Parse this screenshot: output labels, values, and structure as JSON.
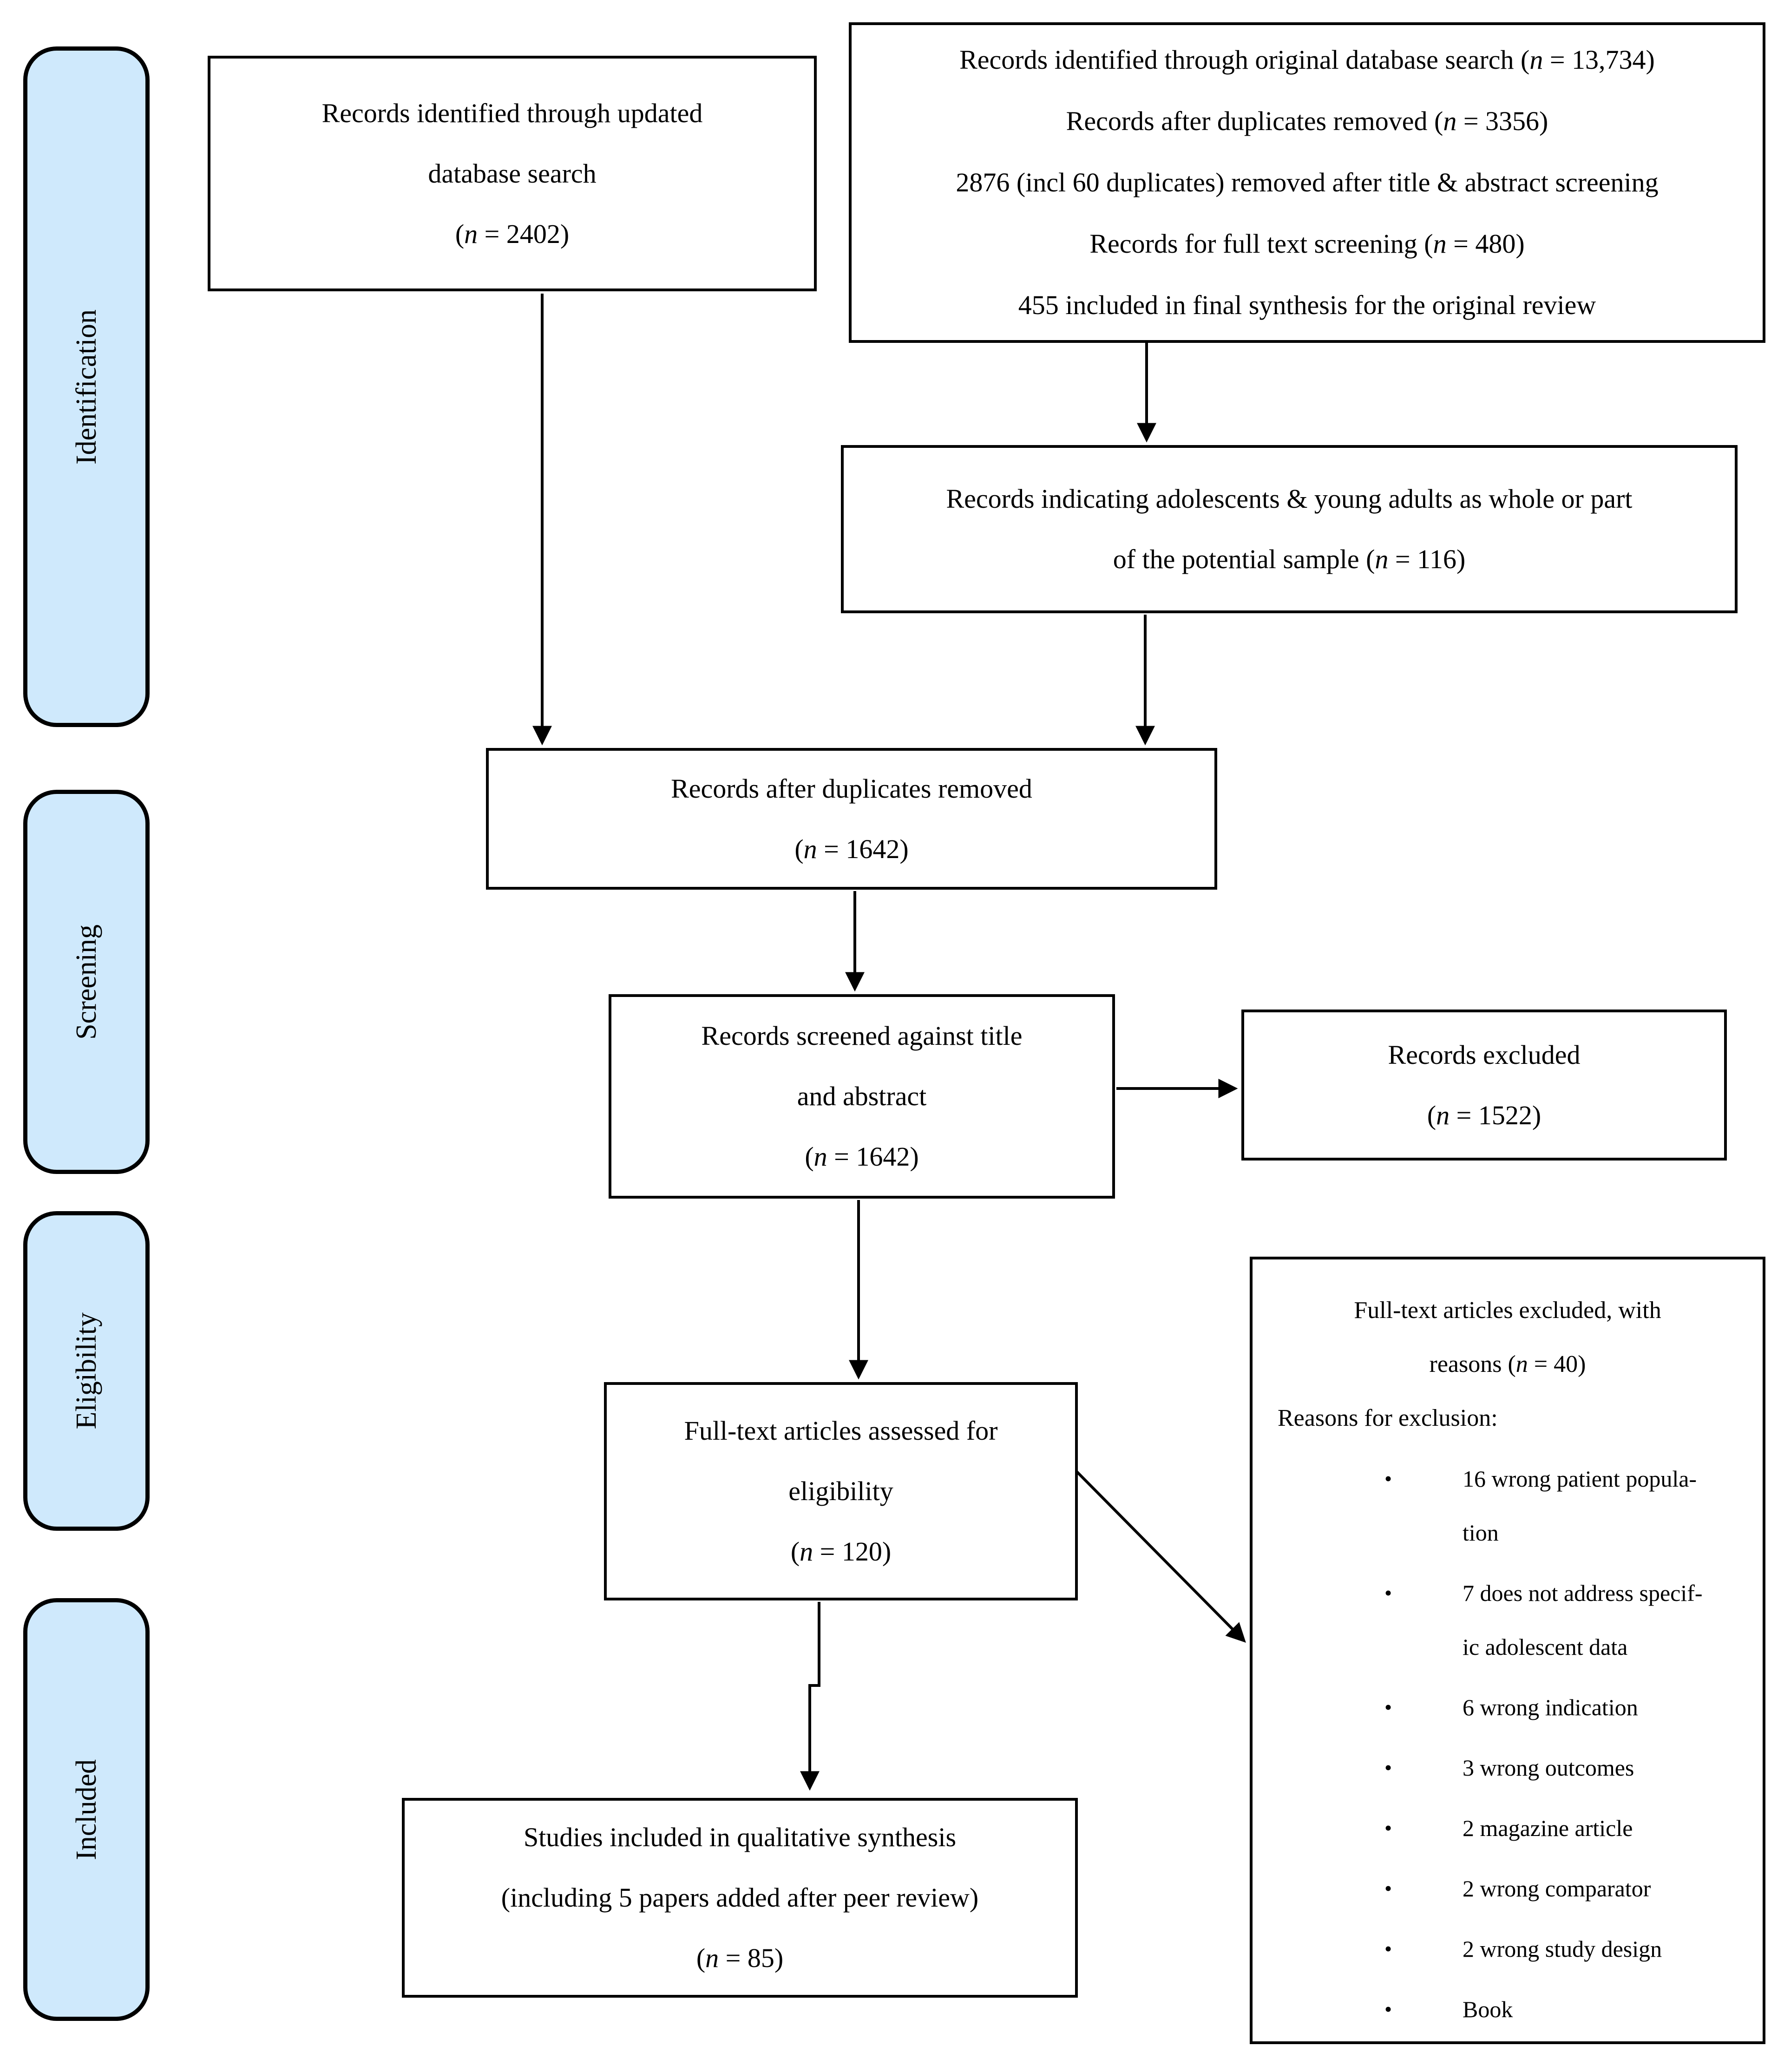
{
  "diagram": {
    "title": "PRISMA flow diagram",
    "background_color": "#ffffff",
    "stage_fill_color": "#cfe9fc",
    "stage_border_color": "#000000",
    "line_color": "#000000",
    "stages": [
      {
        "label": "Identification"
      },
      {
        "label": "Screening"
      },
      {
        "label": "Eligibility"
      },
      {
        "label": "Included"
      }
    ],
    "boxes": {
      "updated_search": {
        "lines": [
          "Records identified through updated",
          "database search",
          {
            "pre": "(",
            "n": "n",
            "post": " = 2402)"
          }
        ]
      },
      "original_search": {
        "lines": [
          {
            "pre": "Records identified through original database search (",
            "n": "n",
            "post": " = 13,734)"
          },
          {
            "pre": "Records after duplicates removed (",
            "n": "n",
            "post": " = 3356)"
          },
          "2876 (incl 60 duplicates) removed after title & abstract screening",
          {
            "pre": "Records for full text screening (",
            "n": "n",
            "post": " = 480)"
          },
          "455 included in final synthesis for the original review"
        ]
      },
      "adolescents": {
        "lines": [
          "Records indicating adolescents & young adults as whole or part",
          {
            "pre": "of the potential sample (",
            "n": "n",
            "post": " = 116)"
          }
        ]
      },
      "duplicates_removed": {
        "lines": [
          "Records after duplicates removed",
          {
            "pre": "(",
            "n": "n",
            "post": " = 1642)"
          }
        ]
      },
      "screened": {
        "lines": [
          "Records screened against title",
          "and abstract",
          {
            "pre": "(",
            "n": "n",
            "post": " = 1642)"
          }
        ]
      },
      "excluded": {
        "lines": [
          "Records excluded",
          {
            "pre": "(",
            "n": "n",
            "post": " = 1522)"
          }
        ]
      },
      "fulltext": {
        "lines": [
          "Full-text articles assessed for",
          "eligibility",
          {
            "pre": "(",
            "n": "n",
            "post": " = 120)"
          }
        ]
      },
      "included_studies": {
        "lines": [
          "Studies included in qualitative synthesis",
          "(including 5 papers added after peer review)",
          {
            "pre": "(",
            "n": "n",
            "post": " = 85)"
          }
        ]
      },
      "reasons": {
        "bullet": "•",
        "heading": [
          "Full-text articles excluded, with",
          {
            "pre": "reasons (",
            "n": "n",
            "post": " = 40)"
          }
        ],
        "subheading": "Reasons for exclusion:",
        "items": [
          [
            "16 wrong patient popula-",
            "tion"
          ],
          [
            "7 does not address specif-",
            "ic adolescent data"
          ],
          [
            "6 wrong indication"
          ],
          [
            "3 wrong outcomes"
          ],
          [
            "2 magazine article"
          ],
          [
            "2 wrong comparator"
          ],
          [
            "2 wrong study design"
          ],
          [
            "Book"
          ]
        ]
      }
    }
  }
}
